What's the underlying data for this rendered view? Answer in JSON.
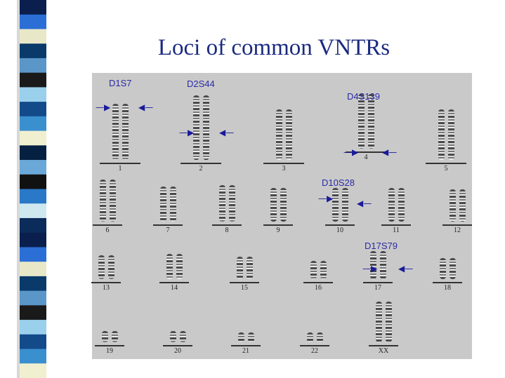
{
  "slide": {
    "title": "Loci of common VNTRs"
  },
  "stripe_colors": [
    "#0a1f4d",
    "#2b6fd6",
    "#e8e8c8",
    "#0a3a6a",
    "#5b96c8",
    "#1a1a1a",
    "#9ad0ec",
    "#134a8a",
    "#3a8fcf",
    "#f0f0d0",
    "#052040",
    "#6aa8d8",
    "#111111",
    "#2a78c8",
    "#cfe8f0",
    "#0b2c5a"
  ],
  "karyotype": {
    "chromosomes": [
      {
        "label": "1"
      },
      {
        "label": "2"
      },
      {
        "label": "3"
      },
      {
        "label": "4"
      },
      {
        "label": "5"
      },
      {
        "label": "6"
      },
      {
        "label": "7"
      },
      {
        "label": "8"
      },
      {
        "label": "9"
      },
      {
        "label": "10"
      },
      {
        "label": "11"
      },
      {
        "label": "12"
      },
      {
        "label": "13"
      },
      {
        "label": "14"
      },
      {
        "label": "15"
      },
      {
        "label": "16"
      },
      {
        "label": "17"
      },
      {
        "label": "18"
      },
      {
        "label": "19"
      },
      {
        "label": "20"
      },
      {
        "label": "21"
      },
      {
        "label": "22"
      },
      {
        "label": "XX"
      }
    ],
    "loci": [
      {
        "name": "D1S7",
        "chromosome": "1"
      },
      {
        "name": "D2S44",
        "chromosome": "2"
      },
      {
        "name": "D4S139",
        "chromosome": "4"
      },
      {
        "name": "D10S28",
        "chromosome": "10"
      },
      {
        "name": "D17S79",
        "chromosome": "17"
      }
    ]
  }
}
